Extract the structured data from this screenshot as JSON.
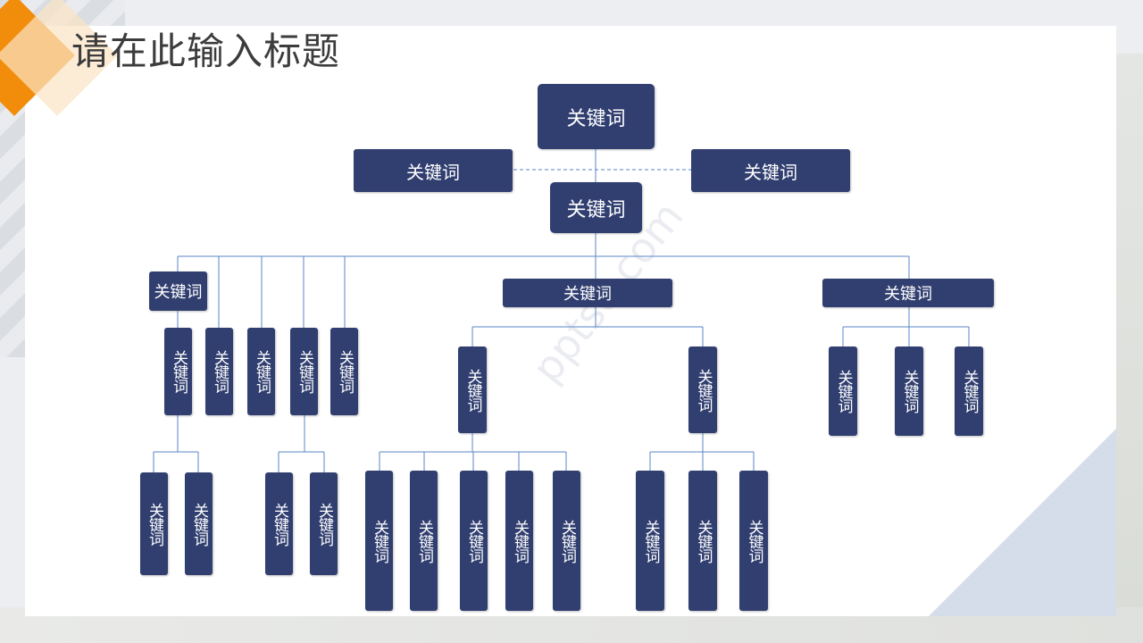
{
  "title": "请在此输入标题",
  "watermark": "pptso.com",
  "colors": {
    "node_fill": "#313f70",
    "connector": "#5b86c7",
    "accent": "#f28c0b"
  },
  "nodes": {
    "top": "关键词",
    "side_left": "关键词",
    "side_right": "关键词",
    "center": "关键词",
    "group1_head": "关键词",
    "group1_leaves": [
      "关键词",
      "关键词",
      "关键词",
      "关键词",
      "关键词"
    ],
    "group1_sub_a": [
      "关键词",
      "关键词"
    ],
    "group1_sub_b": [
      "关键词",
      "关键词"
    ],
    "group2_head": "关键词",
    "group2_mid": [
      "关键词",
      "关键词"
    ],
    "group2_sub_a": [
      "关键词",
      "关键词",
      "关键词",
      "关键词",
      "关键词"
    ],
    "group2_sub_b": [
      "关键词",
      "关键词",
      "关键词"
    ],
    "group3_head": "关键词",
    "group3_leaves": [
      "关键词",
      "关键词",
      "关键词"
    ]
  }
}
